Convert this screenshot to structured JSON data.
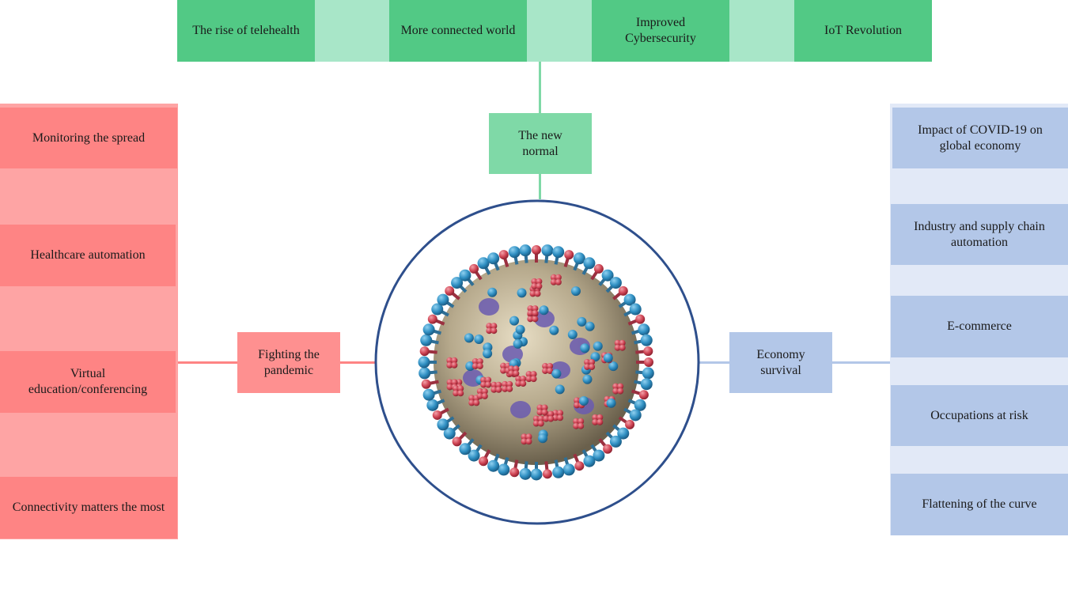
{
  "center": {
    "top_label": "The new\nnormal",
    "left_label": "Fighting the\npandemic",
    "right_label": "Economy\nsurvival"
  },
  "top_items": [
    {
      "label": "The rise of telehealth"
    },
    {
      "label": "More connected world"
    },
    {
      "label": "Improved\nCybersecurity"
    },
    {
      "label": "IoT Revolution"
    }
  ],
  "left_items": [
    {
      "label": "Monitoring the spread"
    },
    {
      "label": "Healthcare automation"
    },
    {
      "label": "Virtual\neducation/conferencing"
    },
    {
      "label": "Connectivity matters the most"
    }
  ],
  "right_items": [
    {
      "label": "Impact of COVID-19 on\nglobal economy"
    },
    {
      "label": "Industry and supply chain\nautomation"
    },
    {
      "label": "E-commerce"
    },
    {
      "label": "Occupations at risk"
    },
    {
      "label": "Flattening of the curve"
    }
  ],
  "colors": {
    "green_dark": "#52c985",
    "green_light": "#a8e6c8",
    "green_center": "#7fd9a7",
    "red_dark": "#fe8484",
    "red_light": "#fea4a4",
    "red_center": "#fe9090",
    "blue_dark": "#b3c7e8",
    "blue_light": "#e2e9f7",
    "circle_stroke": "#2e4f8c"
  }
}
